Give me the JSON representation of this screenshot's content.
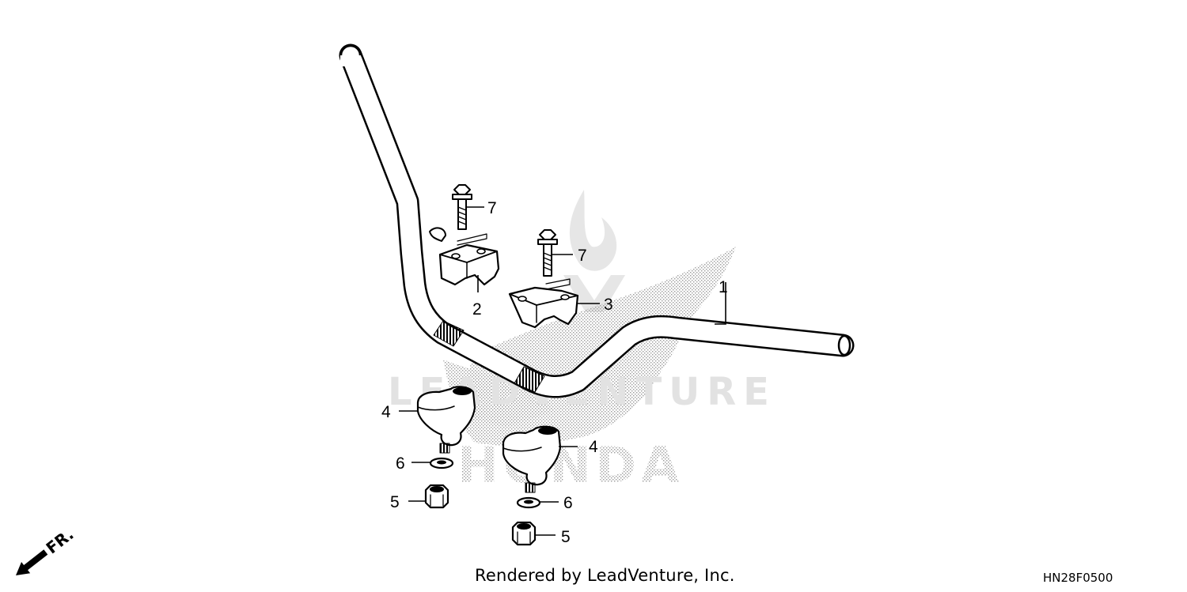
{
  "diagram": {
    "code": "HN28F0500",
    "credit": "Rendered by LeadVenture, Inc.",
    "watermark": {
      "text": "LEADVENTURE",
      "brand_text": "HONDA"
    },
    "front_arrow": {
      "label": "FR."
    },
    "callouts": [
      {
        "id": "c1",
        "label": "1"
      },
      {
        "id": "c2",
        "label": "2"
      },
      {
        "id": "c3",
        "label": "3"
      },
      {
        "id": "c4a",
        "label": "4"
      },
      {
        "id": "c4b",
        "label": "4"
      },
      {
        "id": "c5a",
        "label": "5"
      },
      {
        "id": "c5b",
        "label": "5"
      },
      {
        "id": "c6a",
        "label": "6"
      },
      {
        "id": "c6b",
        "label": "6"
      },
      {
        "id": "c7a",
        "label": "7"
      },
      {
        "id": "c7b",
        "label": "7"
      }
    ]
  }
}
